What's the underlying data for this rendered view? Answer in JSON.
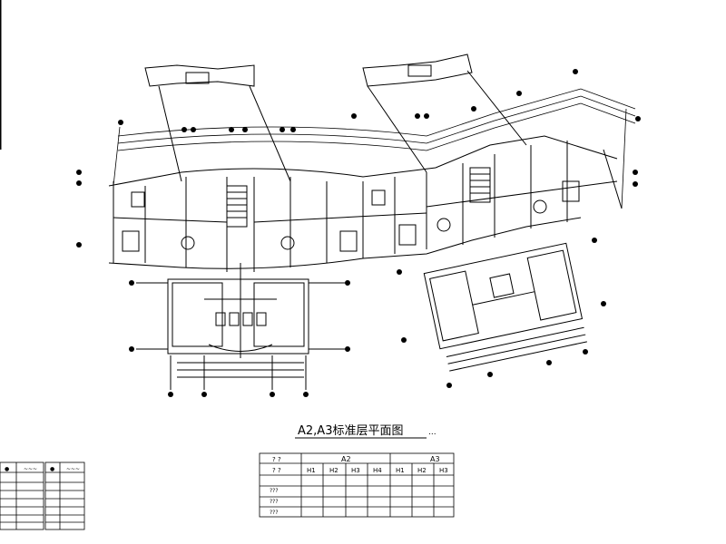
{
  "title": "A2,A3标准层平面图",
  "title_suffix": "...",
  "table": {
    "group_header_label": "? ?",
    "groups": [
      "A2",
      "A3"
    ],
    "row_labels": [
      "? ?",
      "???",
      "???",
      "???"
    ],
    "columns": [
      "H1",
      "H2",
      "H3",
      "H4",
      "H1",
      "H2",
      "H3"
    ]
  },
  "legend": {
    "left_header_1": "●",
    "left_header_2": "~~~",
    "right_header_1": "●",
    "right_header_2": "~~~"
  }
}
